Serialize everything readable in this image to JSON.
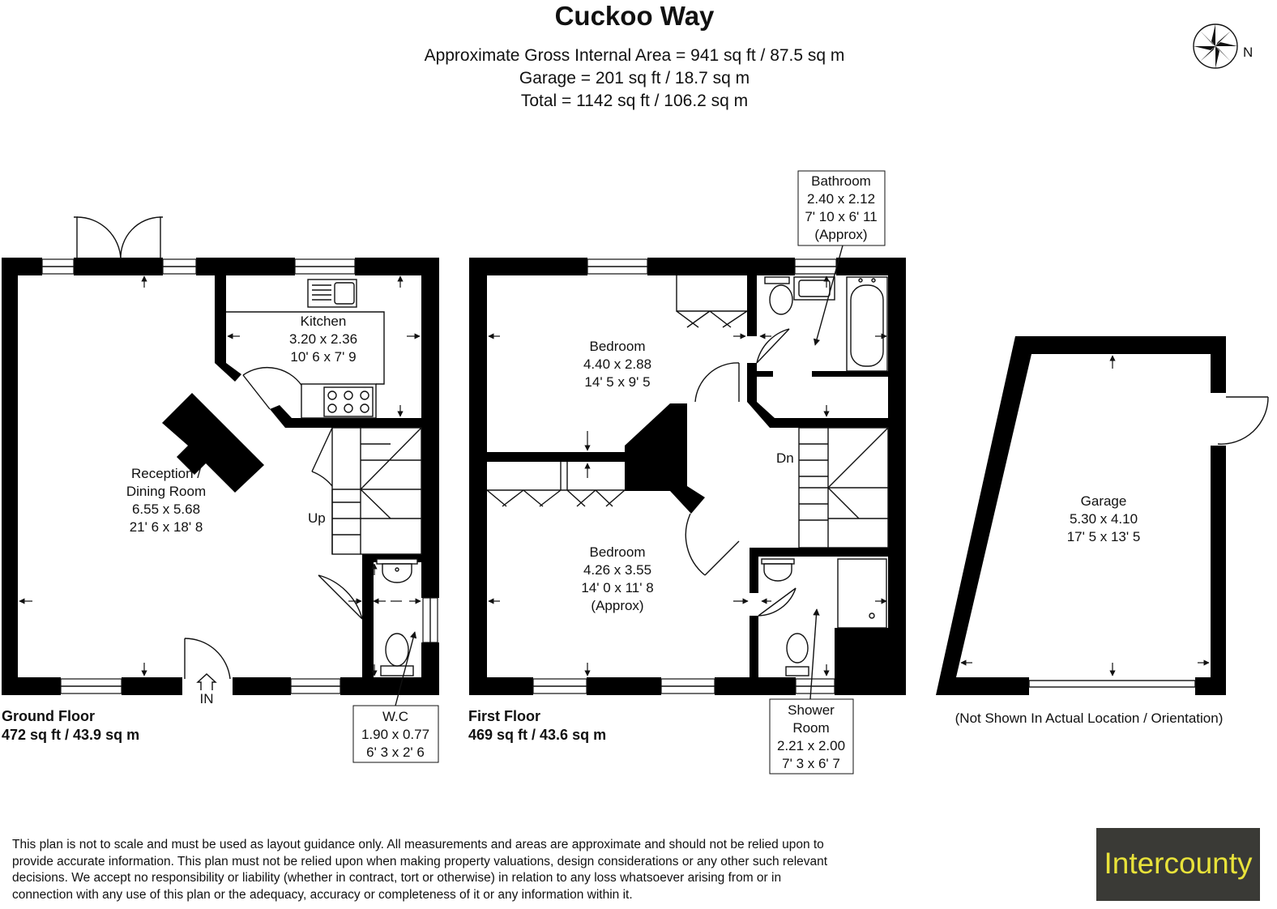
{
  "header": {
    "title": "Cuckoo Way",
    "gross_area": "Approximate Gross Internal Area = 941 sq ft / 87.5 sq m",
    "garage_area": "Garage = 201 sq ft / 18.7 sq m",
    "total_area": "Total = 1142 sq ft / 106.2 sq m"
  },
  "compass": {
    "label": "N"
  },
  "ground_floor": {
    "title": "Ground Floor",
    "area": "472 sq ft / 43.9 sq m",
    "entrance": "IN",
    "stairs": "Up",
    "rooms": {
      "kitchen": {
        "name": "Kitchen",
        "metric": "3.20 x 2.36",
        "imperial": "10' 6 x 7' 9"
      },
      "reception": {
        "name": "Reception /",
        "name2": "Dining Room",
        "metric": "6.55 x 5.68",
        "imperial": "21' 6 x 18' 8"
      },
      "wc": {
        "name": "W.C",
        "metric": "1.90 x 0.77",
        "imperial": "6' 3 x 2' 6"
      }
    }
  },
  "first_floor": {
    "title": "First Floor",
    "area": "469 sq ft / 43.6 sq m",
    "stairs": "Dn",
    "rooms": {
      "bathroom": {
        "name": "Bathroom",
        "metric": "2.40 x 2.12",
        "imperial": "7' 10 x 6' 11",
        "note": "(Approx)"
      },
      "bedroom1": {
        "name": "Bedroom",
        "metric": "4.40 x 2.88",
        "imperial": "14' 5 x 9' 5"
      },
      "bedroom2": {
        "name": "Bedroom",
        "metric": "4.26 x 3.55",
        "imperial": "14' 0 x 11' 8",
        "note": "(Approx)"
      },
      "shower": {
        "name": "Shower",
        "name2": "Room",
        "metric": "2.21 x 2.00",
        "imperial": "7' 3 x 6' 7"
      }
    }
  },
  "garage": {
    "name": "Garage",
    "metric": "5.30 x 4.10",
    "imperial": "17' 5 x 13' 5",
    "note": "(Not Shown In Actual Location / Orientation)"
  },
  "disclaimer": [
    "This plan is not to scale and must be used as layout guidance only. All measurements and areas are approximate and should not be relied upon to",
    "provide accurate information. This plan must not be relied upon when making property valuations, design considerations or any other such relevant",
    "decisions. We accept no responsibility or liability (whether in contract, tort or otherwise) in relation to any loss whatsoever arising from or in",
    "connection with any use of this plan or the adequacy, accuracy or completeness of it or any information within it."
  ],
  "logo": {
    "text": "Intercounty",
    "bg_color": "#3a3a36",
    "text_color": "#e8e23a"
  }
}
